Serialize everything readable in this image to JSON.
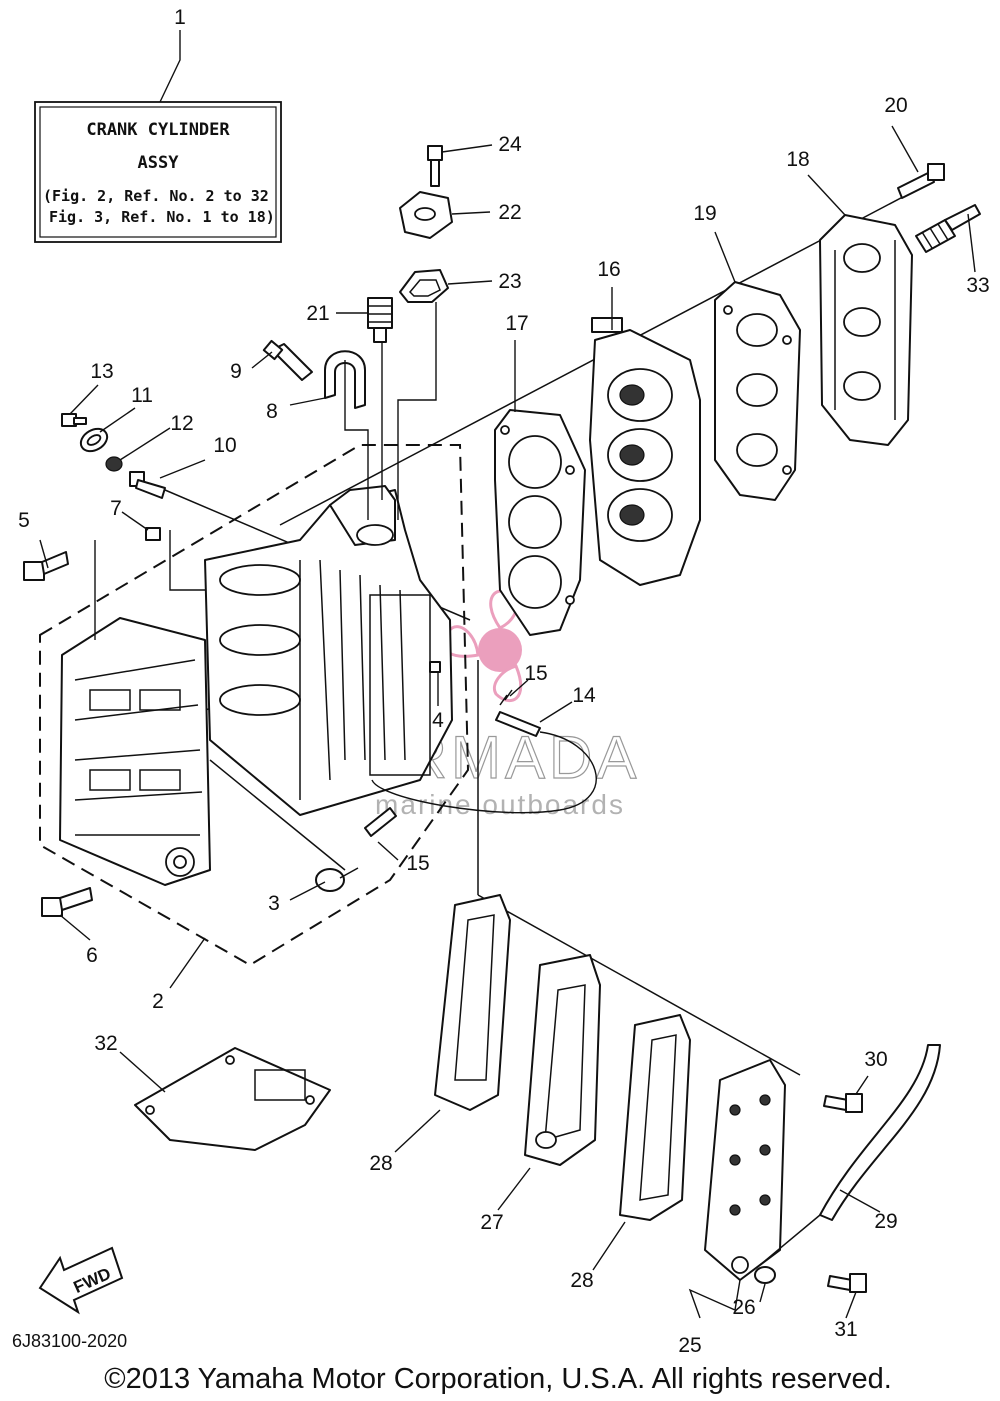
{
  "assy_box": {
    "line1": "CRANK CYLINDER",
    "line2": "ASSY",
    "line3": "(Fig. 2, Ref. No. 2 to 32",
    "line4": "Fig. 3, Ref. No. 1 to 18)"
  },
  "callouts": [
    "1",
    "2",
    "3",
    "4",
    "5",
    "6",
    "7",
    "8",
    "9",
    "10",
    "11",
    "12",
    "13",
    "14",
    "15",
    "15",
    "16",
    "17",
    "18",
    "19",
    "20",
    "21",
    "22",
    "23",
    "24",
    "25",
    "26",
    "27",
    "28",
    "28",
    "29",
    "30",
    "31",
    "32",
    "33"
  ],
  "watermark": {
    "brand": "ARMADA",
    "tagline": "marine outboards",
    "accent": "#e57fa8"
  },
  "fwd_label": "FWD",
  "diagram_code": "6J83100-2020",
  "copyright": "©2013 Yamaha Motor Corporation, U.S.A. All rights reserved."
}
